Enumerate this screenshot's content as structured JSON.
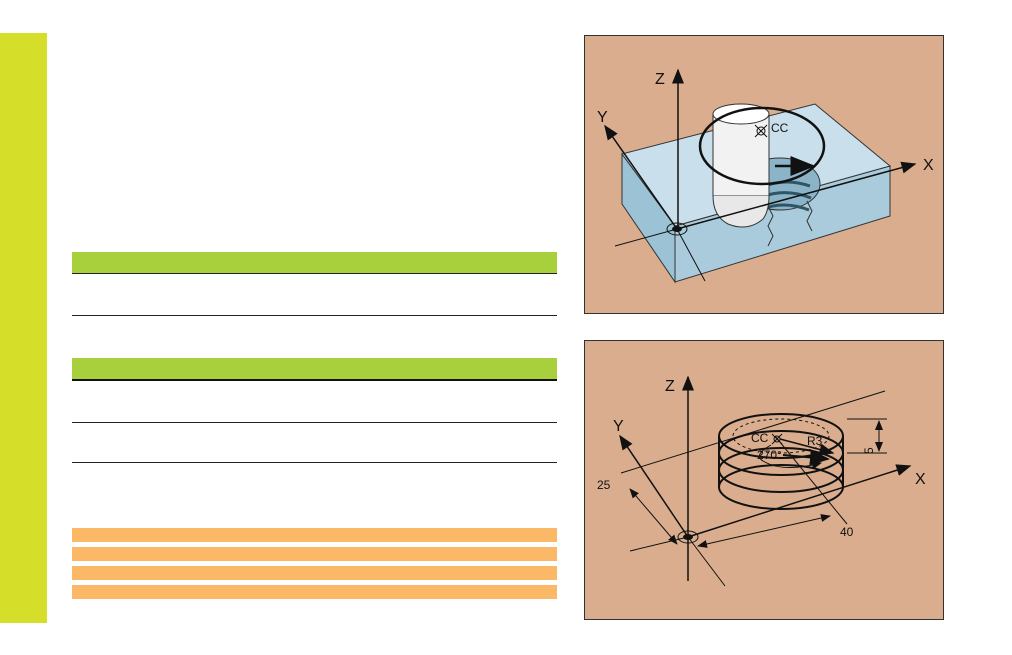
{
  "colors": {
    "strip": "#d5df2a",
    "green": "#a8cf3c",
    "orange": "#fbb867",
    "tan": "#d9ad8d",
    "block": "#b7d4e3"
  },
  "figure1": {
    "axis_z": "Z",
    "axis_y": "Y",
    "axis_x": "X",
    "center_label": "CC"
  },
  "figure2": {
    "axis_z": "Z",
    "axis_y": "Y",
    "axis_x": "X",
    "center_label": "CC",
    "angle_label": "270°",
    "radius_label": "R3",
    "height_label": "5",
    "x_dim_label": "40",
    "y_dim_label": "25"
  }
}
